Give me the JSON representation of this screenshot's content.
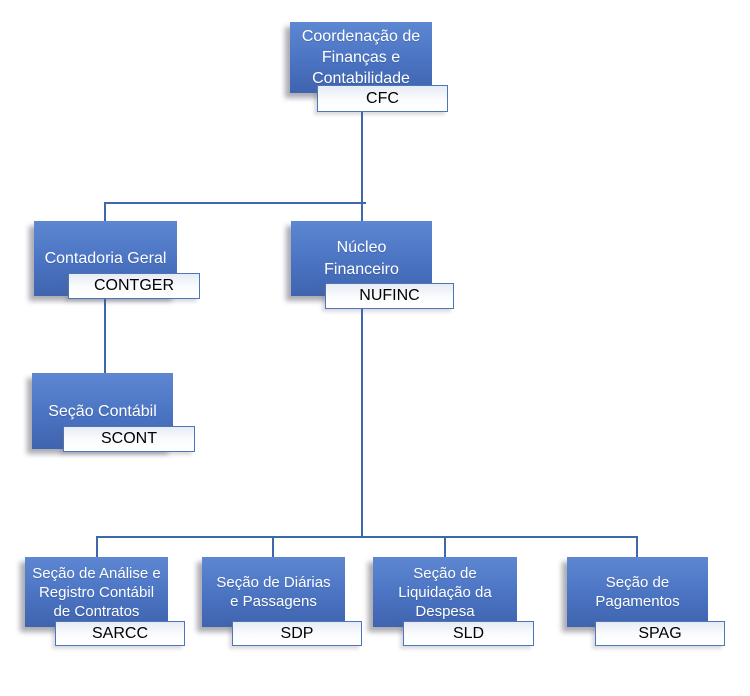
{
  "colors": {
    "background": "#ffffff",
    "node-top": "#5e87d2",
    "node-mid": "#4a73c2",
    "node-bottom": "#4064ae",
    "node-text": "#ffffff",
    "label-border": "#4d75b9",
    "label-text": "#000000",
    "connector": "#3d68ae"
  },
  "nodes": {
    "cfc": {
      "name": "Coordenação de\nFinanças e\nContabilidade",
      "abbr": "CFC"
    },
    "contger": {
      "name": "Contadoria Geral",
      "abbr": "CONTGER"
    },
    "nufinc": {
      "name": "Núcleo\nFinanceiro",
      "abbr": "NUFINC"
    },
    "scont": {
      "name": "Seção Contábil",
      "abbr": "SCONT"
    },
    "sarcc": {
      "name": "Seção de Análise e\nRegistro Contábil\nde Contratos",
      "abbr": "SARCC"
    },
    "sdp": {
      "name": "Seção de Diárias\ne Passagens",
      "abbr": "SDP"
    },
    "sld": {
      "name": "Seção de\nLiquidação da\nDespesa",
      "abbr": "SLD"
    },
    "spag": {
      "name": "Seção de\nPagamentos",
      "abbr": "SPAG"
    }
  },
  "hierarchy": {
    "cfc": [
      "contger",
      "nufinc"
    ],
    "contger": [
      "scont"
    ],
    "nufinc": [
      "sarcc",
      "sdp",
      "sld",
      "spag"
    ]
  }
}
